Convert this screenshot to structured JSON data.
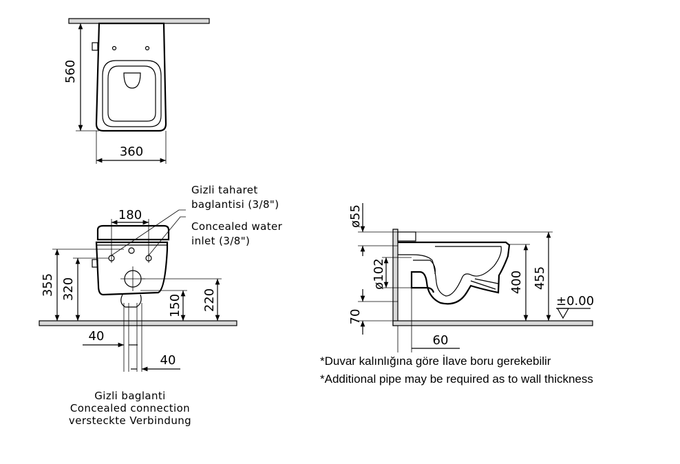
{
  "top_view": {
    "dim_depth": "560",
    "dim_width": "360"
  },
  "front_view": {
    "dim_pipe_spacing": "180",
    "dim_355": "355",
    "dim_320": "320",
    "dim_150": "150",
    "dim_220": "220",
    "dim_40_left": "40",
    "dim_40_right": "40",
    "label_bidet_line1": "Gizli taharet",
    "label_bidet_line2": "baglantisi (3/8\")",
    "label_water_line1": "Concealed water",
    "label_water_line2": "inlet (3/8\")",
    "label_conn_line1": "Gizli baglanti",
    "label_conn_line2": "Concealed connection",
    "label_conn_line3": "versteckte Verbindung"
  },
  "side_view": {
    "dim_d55": "ø55",
    "dim_d102": "ø102",
    "dim_70": "70",
    "dim_400": "400",
    "dim_455": "455",
    "dim_60": "60",
    "dim_zero": "±0.00"
  },
  "notes": {
    "line1": "*Duvar kalınlığına göre İlave boru gerekebilir",
    "line2": "*Additional pipe may be required as to wall thickness"
  }
}
